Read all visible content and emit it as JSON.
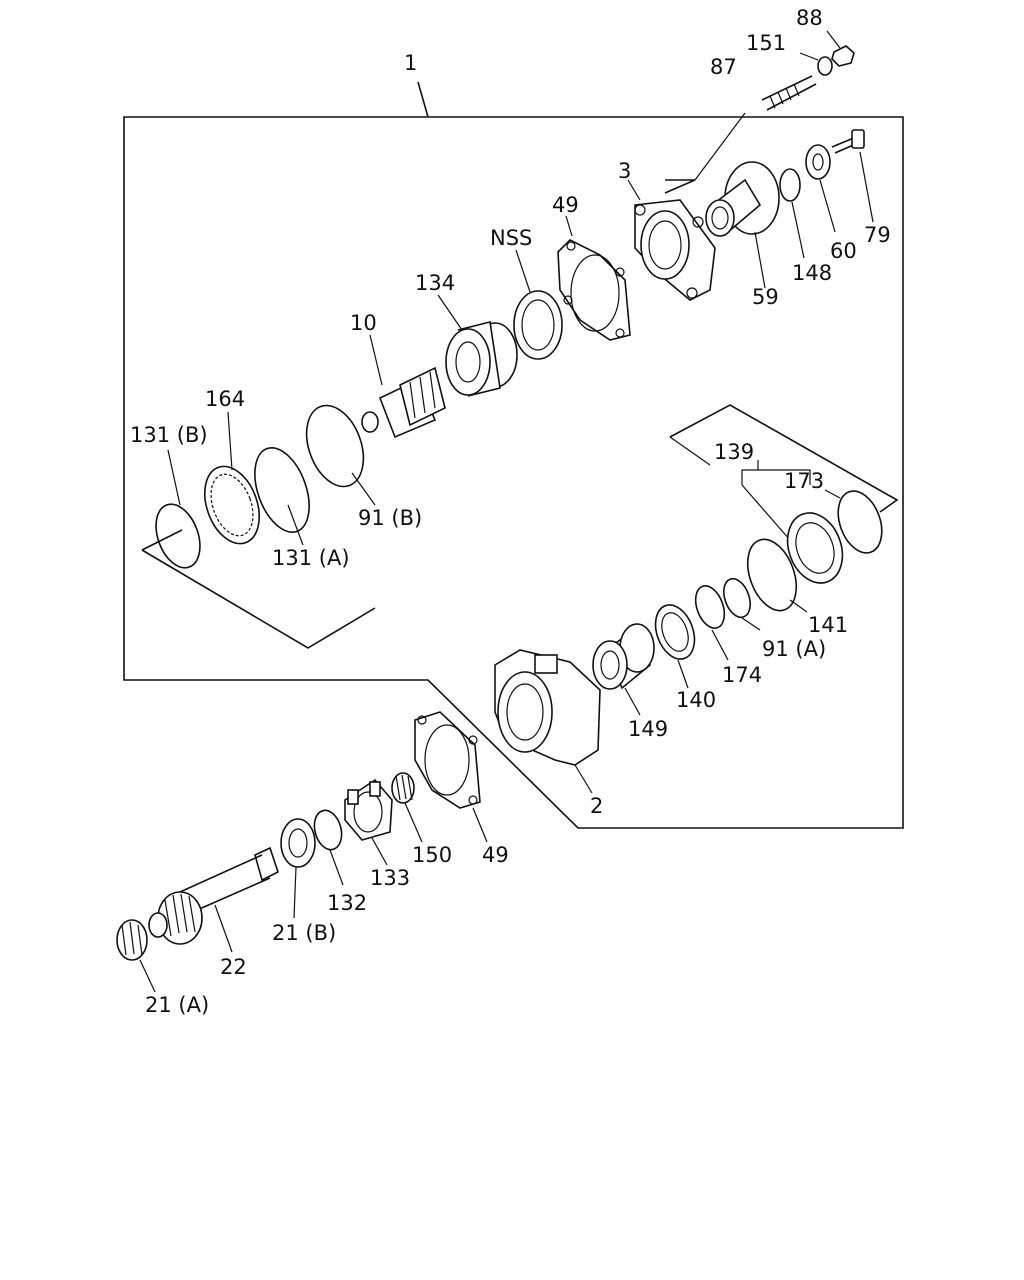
{
  "labels": {
    "l1": "1",
    "l88": "88",
    "l151": "151",
    "l87": "87",
    "l3": "3",
    "l79": "79",
    "l60": "60",
    "l148": "148",
    "l59": "59",
    "l49a": "49",
    "lnss": "NSS",
    "l134": "134",
    "l10": "10",
    "l164": "164",
    "l131b": "131 (B)",
    "l131a": "131 (A)",
    "l91b": "91 (B)",
    "l139": "139",
    "l173": "173",
    "l141": "141",
    "l91a": "91 (A)",
    "l174": "174",
    "l140": "140",
    "l149": "149",
    "l2": "2",
    "l150": "150",
    "l49b": "49",
    "l133": "133",
    "l132": "132",
    "l21b": "21 (B)",
    "l22": "22",
    "l21a": "21 (A)"
  }
}
